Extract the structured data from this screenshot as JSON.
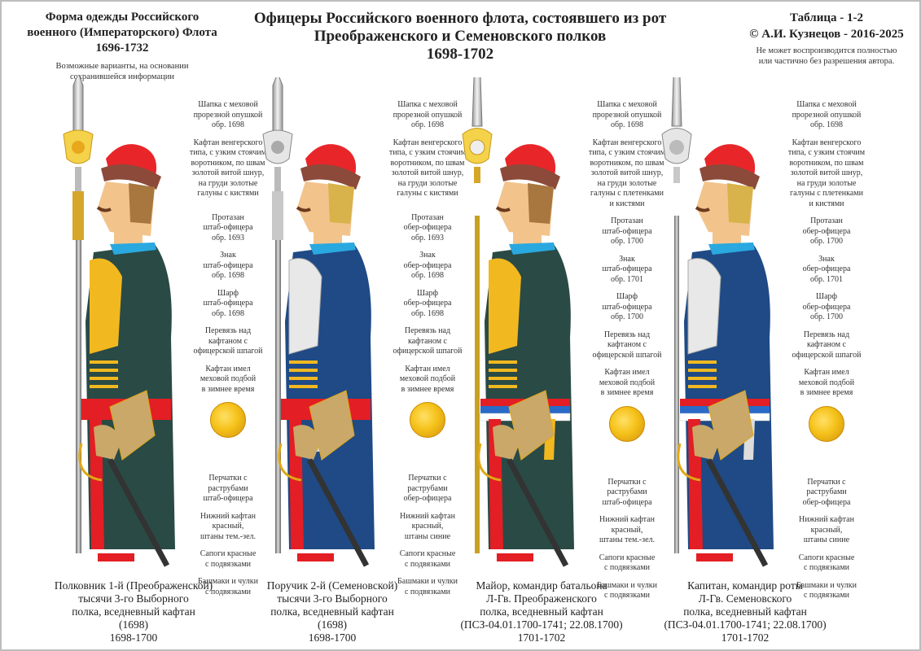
{
  "header": {
    "left": {
      "title_lines": [
        "Форма одежды Российского",
        "военного (Императорского) Флота",
        "1696-1732"
      ],
      "subtitle_lines": [
        "Возможные варианты, на основании",
        "сохранившейся информации"
      ]
    },
    "center": {
      "title_lines": [
        "Офицеры Российского военного флота, состоявшего из рот",
        "Преображенского и Семеновского полков",
        "1698-1702"
      ]
    },
    "right": {
      "title_lines": [
        "Таблица - 1-2",
        "© А.И. Кузнецов - 2016-2025"
      ],
      "notice_lines": [
        "Не может воспроизводится полностью",
        "или частично без разрешения автора."
      ]
    }
  },
  "colors": {
    "hat_red": "#e8262a",
    "fur_brown": "#8b4a3a",
    "coat_green": "#2a4a45",
    "coat_blue": "#1f4a85",
    "gold": "#f2b820",
    "sash_red": "#e31e24",
    "glove_tan": "#c9a86a",
    "skin": "#f2c48c",
    "hair": "#a8773f",
    "pole": "#888888",
    "collar_blue": "#2aa8e0"
  },
  "plates": [
    {
      "coat": "green",
      "sash": "red",
      "halberd": "gold-eagle",
      "notes": [
        [
          "Шапка с меховой",
          "прорезной опушкой",
          "обр. 1698"
        ],
        [
          "Кафтан венгерского",
          "типа, с узким стоячим",
          "воротником, по швам",
          "золотой витой шнур,",
          "на груди золотые",
          "галуны с кистями"
        ],
        [
          "Протазан",
          "штаб-офицера",
          "обр. 1693"
        ],
        [
          "Знак",
          "штаб-офицера",
          "обр. 1698"
        ],
        [
          "Шарф",
          "штаб-офицера",
          "обр. 1698"
        ],
        [
          "Перевязь над",
          "кафтаном с",
          "офицерской шпагой"
        ],
        [
          "Кафтан имел",
          "меховой подбой",
          "в зимнее время"
        ],
        [
          "Перчатки с",
          "раструбами",
          "штаб-офицера"
        ],
        [
          "Нижний кафтан",
          "красный,",
          "штаны тем.-зел."
        ],
        [
          "Сапоги красные",
          "с подвязками"
        ],
        [
          "Башмаки и чулки",
          "с подвязками"
        ]
      ],
      "caption": [
        "Полковник 1-й (Преображенской)",
        "тысячи 3-го Выборного",
        "полка, вседневный кафтан",
        "(1698)",
        "1698-1700"
      ]
    },
    {
      "coat": "blue",
      "sash": "red",
      "halberd": "silver-eagle",
      "notes": [
        [
          "Шапка с меховой",
          "прорезной опушкой",
          "обр. 1698"
        ],
        [
          "Кафтан венгерского",
          "типа, с узким стоячим",
          "воротником, по швам",
          "золотой витой шнур,",
          "на груди золотые",
          "галуны с кистями"
        ],
        [
          "Протазан",
          "обер-офицера",
          "обр. 1693"
        ],
        [
          "Знак",
          "обер-офицера",
          "обр. 1698"
        ],
        [
          "Шарф",
          "обер-офицера",
          "обр. 1698"
        ],
        [
          "Перевязь над",
          "кафтаном с",
          "офицерской шпагой"
        ],
        [
          "Кафтан имел",
          "меховой подбой",
          "в зимнее время"
        ],
        [
          "Перчатки с",
          "раструбами",
          "обер-офицера"
        ],
        [
          "Нижний кафтан",
          "красный,",
          "штаны синие"
        ],
        [
          "Сапоги красные",
          "с подвязками"
        ],
        [
          "Башмаки и чулки",
          "с подвязками"
        ]
      ],
      "caption": [
        "Поручик 2-й (Семеновской)",
        "тысячи 3-го Выборного",
        "полка, вседневный кафтан",
        "(1698)",
        "1698-1700"
      ]
    },
    {
      "coat": "green",
      "sash": "tricolor",
      "halberd": "gold-eagle-spear",
      "notes": [
        [
          "Шапка с меховой",
          "прорезной опушкой",
          "обр. 1698"
        ],
        [
          "Кафтан венгерского",
          "типа, с узким стоячим",
          "воротником, по швам",
          "золотой витой шнур,",
          "на груди золотые",
          "галуны с плетенками",
          "и кистями"
        ],
        [
          "Протазан",
          "штаб-офицера",
          "обр. 1700"
        ],
        [
          "Знак",
          "штаб-офицера",
          "обр. 1701"
        ],
        [
          "Шарф",
          "штаб-офицера",
          "обр. 1700"
        ],
        [
          "Перевязь над",
          "кафтаном с",
          "офицерской шпагой"
        ],
        [
          "Кафтан имел",
          "меховой подбой",
          "в зимнее время"
        ],
        [
          "Перчатки с",
          "раструбами",
          "штаб-офицера"
        ],
        [
          "Нижний кафтан",
          "красный,",
          "штаны тем.-зел."
        ],
        [
          "Сапоги красные",
          "с подвязками"
        ],
        [
          "Башмаки и чулки",
          "с подвязками"
        ]
      ],
      "caption": [
        "Майор, командир батальона",
        "Л-Гв. Преображенского",
        "полка, вседневный кафтан",
        "(ПСЗ-04.01.1700-1741; 22.08.1700)",
        "1701-1702"
      ]
    },
    {
      "coat": "blue",
      "sash": "tricolor",
      "halberd": "silver-eagle-spear",
      "notes": [
        [
          "Шапка с меховой",
          "прорезной опушкой",
          "обр. 1698"
        ],
        [
          "Кафтан венгерского",
          "типа, с узким стоячим",
          "воротником, по швам",
          "золотой витой шнур,",
          "на груди золотые",
          "галуны с плетенками",
          "и кистями"
        ],
        [
          "Протазан",
          "обер-офицера",
          "обр. 1700"
        ],
        [
          "Знак",
          "обер-офицера",
          "обр. 1701"
        ],
        [
          "Шарф",
          "обер-офицера",
          "обр. 1700"
        ],
        [
          "Перевязь над",
          "кафтаном с",
          "офицерской шпагой"
        ],
        [
          "Кафтан имел",
          "меховой подбой",
          "в зимнее время"
        ],
        [
          "Перчатки с",
          "раструбами",
          "обер-офицера"
        ],
        [
          "Нижний кафтан",
          "красный,",
          "штаны синие"
        ],
        [
          "Сапоги красные",
          "с подвязками"
        ],
        [
          "Башмаки и чулки",
          "с подвязками"
        ]
      ],
      "caption": [
        "Капитан, командир роты",
        "Л-Гв. Семеновского",
        "полка, вседневный кафтан",
        "(ПСЗ-04.01.1700-1741; 22.08.1700)",
        "1701-1702"
      ]
    }
  ]
}
